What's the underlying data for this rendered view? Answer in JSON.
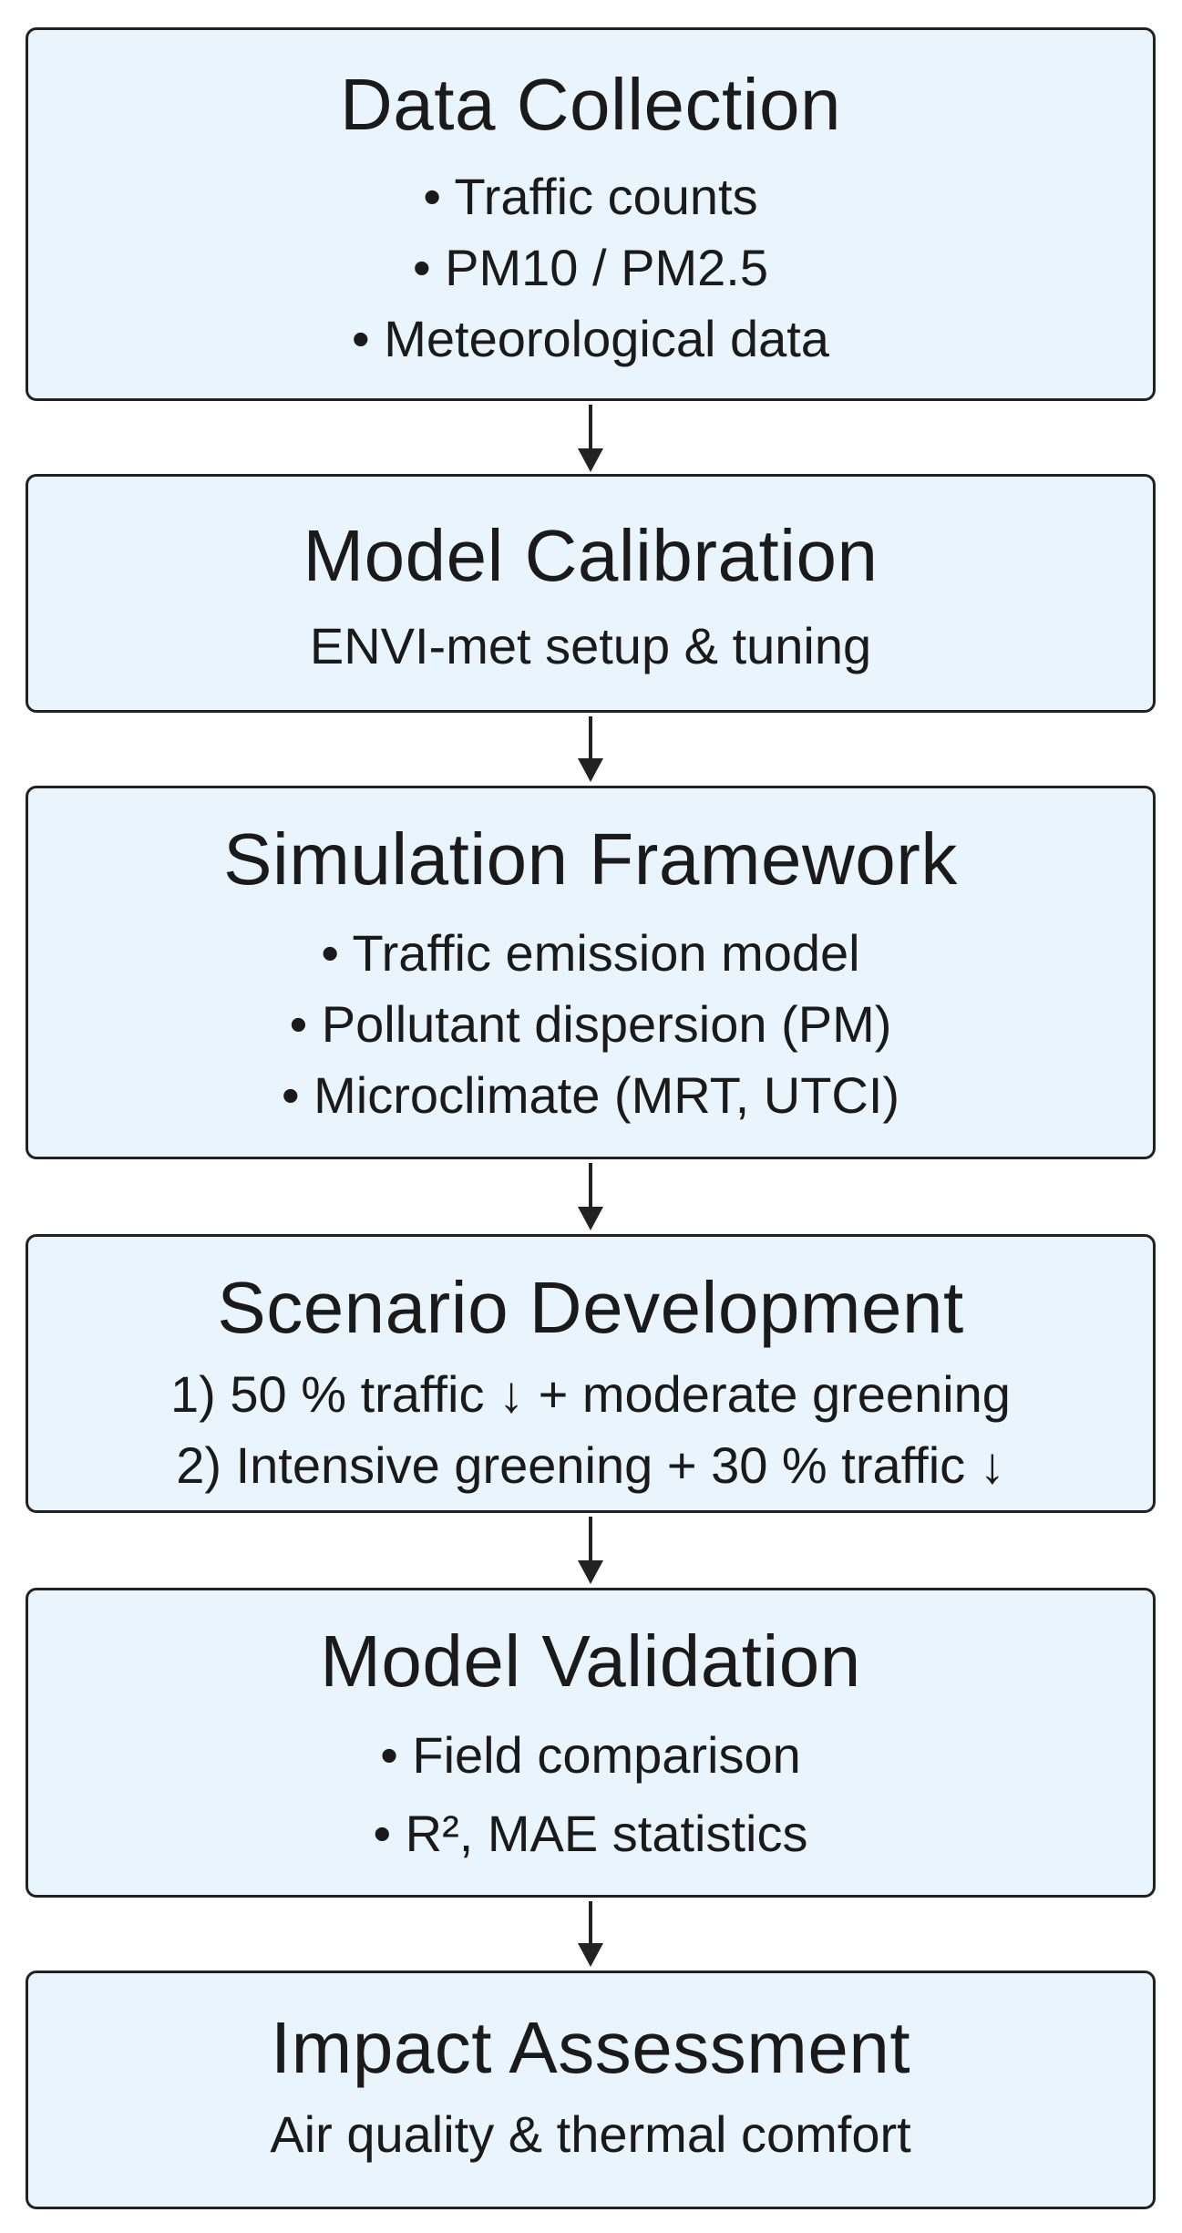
{
  "steps": [
    {
      "title": "Data Collection",
      "lines": [
        "• Traffic counts",
        "• PM10 / PM2.5",
        "• Meteorological data"
      ]
    },
    {
      "title": "Model Calibration",
      "lines": [
        "ENVI-met setup & tuning"
      ]
    },
    {
      "title": "Simulation Framework",
      "lines": [
        "• Traffic emission model",
        "• Pollutant dispersion (PM)",
        "• Microclimate (MRT, UTCI)"
      ]
    },
    {
      "title": "Scenario Development",
      "lines": [
        "1) 50 % traffic ↓ + moderate greening",
        "2) Intensive greening + 30 % traffic ↓"
      ]
    },
    {
      "title": "Model Validation",
      "lines": [
        "• Field comparison",
        "• R², MAE statistics"
      ]
    },
    {
      "title": "Impact Assessment",
      "lines": [
        "Air quality & thermal comfort"
      ]
    }
  ]
}
